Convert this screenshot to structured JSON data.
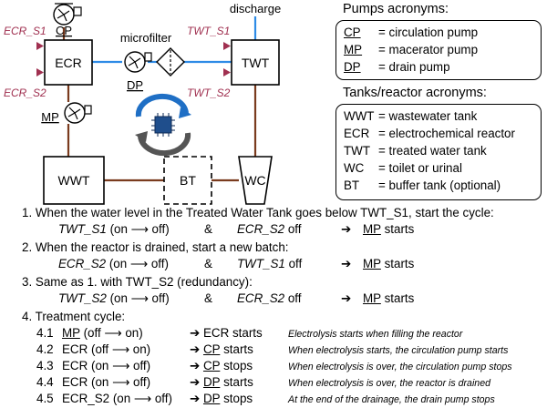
{
  "diagram": {
    "blocks": {
      "ecr": "ECR",
      "twt": "TWT",
      "wwt": "WWT",
      "bt": "BT",
      "wc": "WC"
    },
    "pump_labels": {
      "cp": "CP",
      "mp": "MP",
      "dp": "DP"
    },
    "text": {
      "microfilter": "microfilter",
      "discharge": "discharge",
      "ecr_s1": "ECR_S1",
      "ecr_s2": "ECR_S2",
      "twt_s1": "TWT_S1",
      "twt_s2": "TWT_S2"
    },
    "colors": {
      "blue_pipe": "#2E8BE6",
      "brown_pipe": "#7A3B1E",
      "sensor": "#A03050"
    }
  },
  "legend_pumps": {
    "title": "Pumps acronyms:",
    "items": [
      {
        "abbr": "CP",
        "eq": "= circulation pump"
      },
      {
        "abbr": "MP",
        "eq": "= macerator pump"
      },
      {
        "abbr": "DP",
        "eq": "= drain pump"
      }
    ]
  },
  "legend_tanks": {
    "title": "Tanks/reactor acronyms:",
    "items": [
      {
        "abbr": "WWT",
        "eq": "= wastewater tank"
      },
      {
        "abbr": "ECR",
        "eq": "= electrochemical reactor"
      },
      {
        "abbr": "TWT",
        "eq": "= treated water tank"
      },
      {
        "abbr": "WC",
        "eq": "= toilet or urinal"
      },
      {
        "abbr": "BT",
        "eq": "= buffer tank (optional)"
      }
    ]
  },
  "steps": {
    "s1": {
      "title": "1. When the water level in the Treated Water Tank goes below TWT_S1, start the cycle:",
      "cond1": "TWT_S1",
      "cond1_state": "(on ⟶ off)",
      "amp": "&",
      "cond2": "ECR_S2",
      "cond2_state": "off",
      "arrow": "➔",
      "result_pump": "MP",
      "result_text": "starts"
    },
    "s2": {
      "title": "2. When the reactor is drained, start a new batch:",
      "cond1": "ECR_S2",
      "cond1_state": "(on ⟶ off)",
      "amp": "&",
      "cond2": "TWT_S1",
      "cond2_state": "off",
      "arrow": "➔",
      "result_pump": "MP",
      "result_text": "starts"
    },
    "s3": {
      "title": "3. Same as 1. with TWT_S2 (redundancy):",
      "cond1": "TWT_S2",
      "cond1_state": "(on ⟶ off)",
      "amp": "&",
      "cond2": "ECR_S2",
      "cond2_state": "off",
      "arrow": "➔",
      "result_pump": "MP",
      "result_text": "starts"
    },
    "s4": {
      "title": "4. Treatment cycle:",
      "items": [
        {
          "num": "4.1",
          "subj_u": "MP",
          "subj": "",
          "state": "(off ⟶ on)",
          "arrow": "➔",
          "res_u": "",
          "res": "ECR starts",
          "note": "Electrolysis starts when filling the reactor"
        },
        {
          "num": "4.2",
          "subj_u": "",
          "subj": "ECR",
          "state": "(off ⟶ on)",
          "arrow": "➔",
          "res_u": "CP",
          "res": "starts",
          "note": "When electrolysis starts, the circulation pump starts"
        },
        {
          "num": "4.3",
          "subj_u": "",
          "subj": "ECR",
          "state": "(on ⟶ off)",
          "arrow": "➔",
          "res_u": "CP",
          "res": "stops",
          "note": "When electrolysis is over, the circulation pump stops"
        },
        {
          "num": "4.4",
          "subj_u": "",
          "subj": "ECR",
          "state": "(on ⟶ off)",
          "arrow": "➔",
          "res_u": "DP",
          "res": "starts",
          "note": "When electrolysis is over, the reactor is drained"
        },
        {
          "num": "4.5",
          "subj_u": "",
          "subj": "ECR_S2",
          "state": "(on ⟶ off)",
          "arrow": "➔",
          "res_u": "DP",
          "res": "stops",
          "note": "At the end of the drainage, the drain pump stops"
        }
      ]
    }
  }
}
